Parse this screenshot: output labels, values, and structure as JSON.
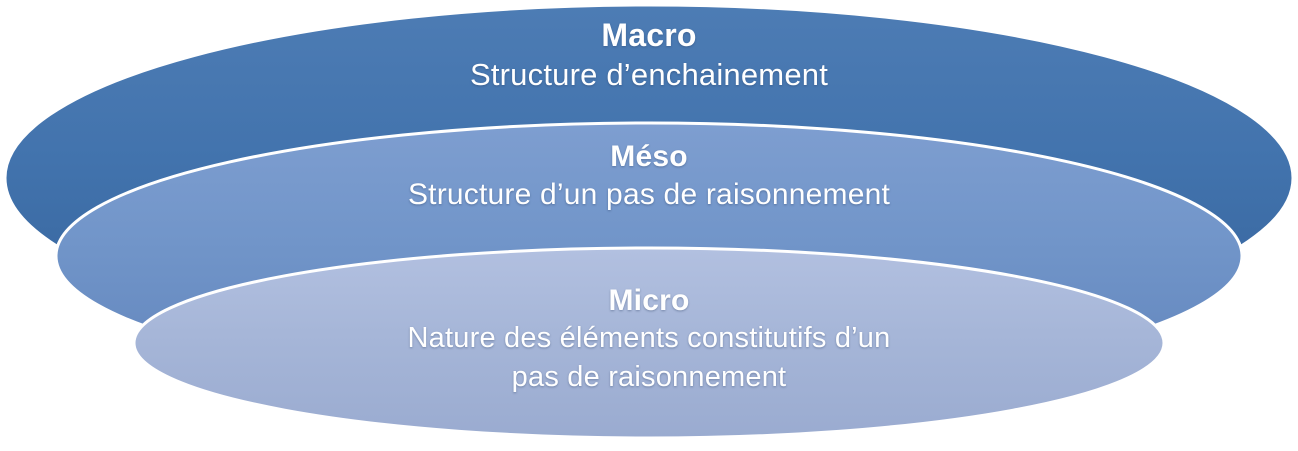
{
  "diagram": {
    "type": "nested-ellipses",
    "title_semantic": "levels-of-analysis-diagram",
    "background_color": "#ffffff",
    "outline_color": "#ffffff",
    "levels": [
      {
        "id": "macro",
        "title": "Macro",
        "subtitle": "Structure d’enchainement",
        "fill_color": "#3f72ac",
        "fill_color_light": "#5a86bd",
        "depth": 1
      },
      {
        "id": "meso",
        "title": "Méso",
        "subtitle": "Structure d’un pas de raisonnement",
        "fill_color": "#6e93c8",
        "fill_color_light": "#88a6d2",
        "depth": 2
      },
      {
        "id": "micro",
        "title": "Micro",
        "subtitle": "Nature des éléments constitutifs d’un pas de raisonnement",
        "subtitle_line1": "Nature des éléments constitutifs d’un",
        "subtitle_line2": "pas de raisonnement",
        "fill_color": "#a3b4d6",
        "fill_color_light": "#b3c1de",
        "depth": 3
      }
    ]
  }
}
